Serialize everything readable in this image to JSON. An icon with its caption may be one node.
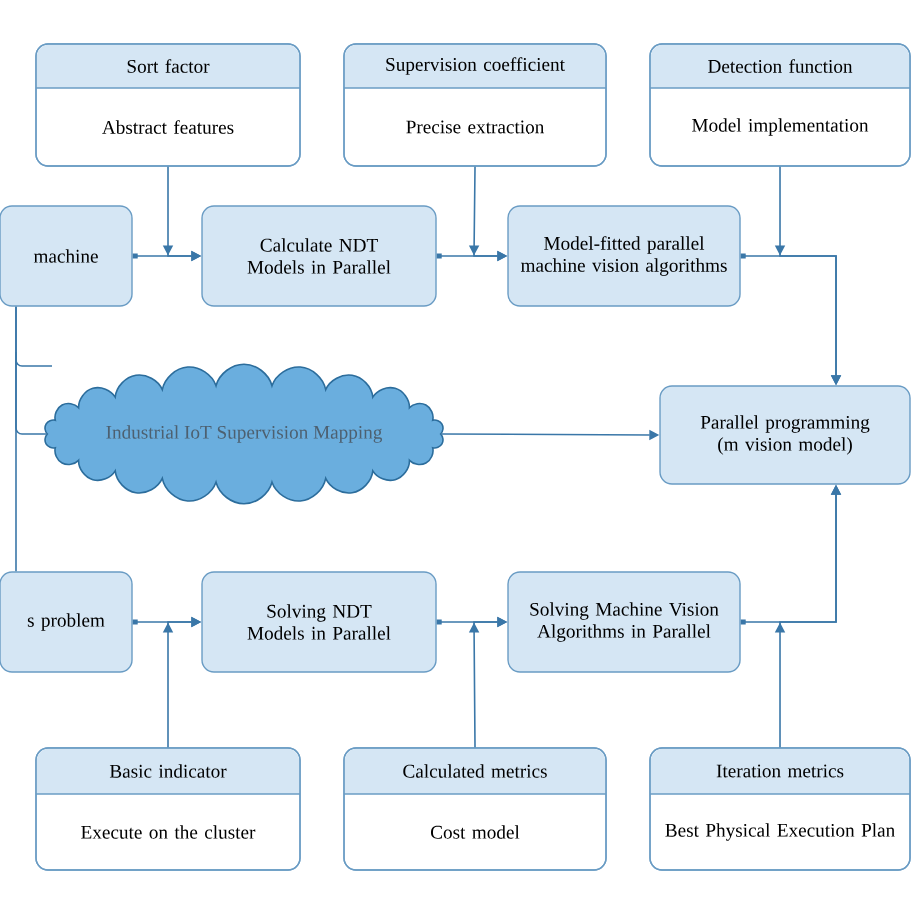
{
  "diagram": {
    "nodes": [
      {
        "text": [
          "Sort factor",
          "Abstract features"
        ]
      },
      {
        "text": [
          "Supervision coefficient",
          "Precise extraction"
        ]
      },
      {
        "text": [
          "Detection function",
          "Model implementation"
        ]
      },
      {
        "text": [
          "machine"
        ]
      },
      {
        "text": [
          "Calculate NDT Models in Parallel"
        ]
      },
      {
        "text": [
          "Model-fitted parallel machine vision algorithms"
        ]
      },
      {
        "text": [
          "Industrial IoT Supervision Mapping"
        ]
      },
      {
        "text": [
          "Parallel programming (m vision model)"
        ]
      },
      {
        "text": [
          "s problem"
        ]
      },
      {
        "text": [
          "Solving NDT Models in Parallel"
        ]
      },
      {
        "text": [
          "Solving Machine Vision Algorithms in Parallel"
        ]
      },
      {
        "text": [
          "Basic indicator",
          "Execute on the cluster"
        ]
      },
      {
        "text": [
          "Calculated metrics",
          "Cost model"
        ]
      },
      {
        "text": [
          "Iteration metrics",
          "Best Physical Execution Plan"
        ]
      }
    ],
    "edges": [
      {
        "from": 3,
        "to": 4,
        "arrow": "to"
      },
      {
        "from": 0,
        "to": 4,
        "arrow": "to"
      },
      {
        "from": 4,
        "to": 5,
        "arrow": "to"
      },
      {
        "from": 1,
        "to": 5,
        "arrow": "to"
      },
      {
        "from": 5,
        "to": 7,
        "arrow": "to"
      },
      {
        "from": 2,
        "to": 7,
        "arrow": "to"
      },
      {
        "from": 3,
        "to": 6,
        "arrow": "none"
      },
      {
        "from": 6,
        "to": 7,
        "arrow": "to"
      },
      {
        "from": 3,
        "to": 8,
        "arrow": "none"
      },
      {
        "from": 8,
        "to": 9,
        "arrow": "to"
      },
      {
        "from": 11,
        "to": 9,
        "arrow": "to"
      },
      {
        "from": 9,
        "to": 10,
        "arrow": "to"
      },
      {
        "from": 12,
        "to": 10,
        "arrow": "to"
      },
      {
        "from": 10,
        "to": 7,
        "arrow": "to"
      },
      {
        "from": 13,
        "to": 7,
        "arrow": "to"
      }
    ]
  }
}
